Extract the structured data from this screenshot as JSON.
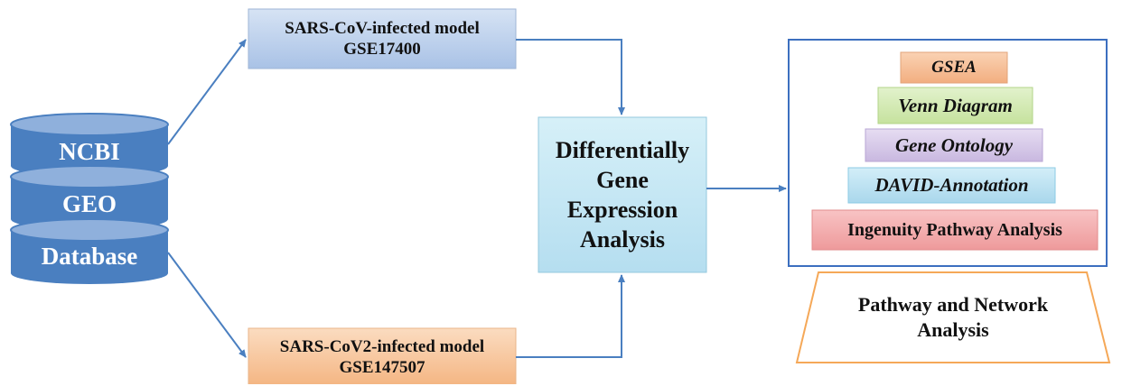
{
  "database": {
    "layers": [
      "NCBI",
      "GEO",
      "Database"
    ],
    "color": "#4a7fc0"
  },
  "sources": [
    {
      "line1": "SARS-CoV-infected model",
      "line2": "GSE17400"
    },
    {
      "line1": "SARS-CoV2-infected model",
      "line2": "GSE147507"
    }
  ],
  "dge": {
    "lines": [
      "Differentially",
      "Gene",
      "Expression",
      "Analysis"
    ]
  },
  "pyramid": {
    "tiers": [
      "GSEA",
      "Venn Diagram",
      "Gene Ontology",
      "DAVID-Annotation",
      "Ingenuity Pathway Analysis"
    ]
  },
  "pathway": {
    "lines": [
      "Pathway and Network",
      "Analysis"
    ]
  },
  "colors": {
    "arrow": "#4a7fc0",
    "frame": "#3c6fbf",
    "trapezoid": "#f5a858",
    "source_top": "#bcd0ea",
    "source_bottom": "#f8c9a0",
    "dge": "#c7e8f3",
    "tier_gsea": "#f7c29b",
    "tier_venn": "#d4ecb4",
    "tier_go": "#d9cdea",
    "tier_david": "#bfe3f1",
    "tier_ipa": "#f3adae"
  }
}
